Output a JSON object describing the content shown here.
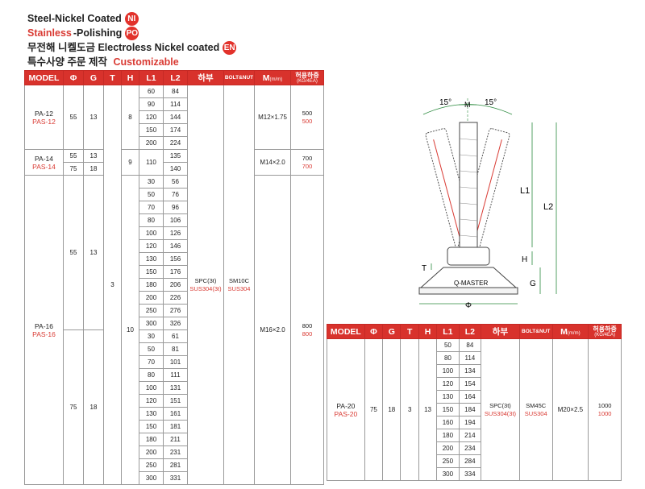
{
  "legend": {
    "ni_text": "Steel-Nickel Coated",
    "ni_badge": "NI",
    "po_red": "Stainless",
    "po_text": "-Polishing",
    "po_badge": "PO",
    "en_text": "무전해 니켈도금 Electroless Nickel coated",
    "en_badge": "EN",
    "custom_kr": "특수사양 주문 제작",
    "custom_en": "Customizable"
  },
  "headers": {
    "model": "MODEL",
    "phi": "Φ",
    "g": "G",
    "t": "T",
    "h": "H",
    "l1": "L1",
    "l2": "L2",
    "base": "하부",
    "bolt": "BOLT&NUT",
    "m": "M",
    "m_unit": "(m/m)",
    "load": "허용하중",
    "load_unit": "(KG/4EA)"
  },
  "table1": {
    "pa12": {
      "model": "PA-12",
      "model_s": "PAS-12",
      "phi": "55",
      "g": "13",
      "h": "8",
      "m": "M12×1.75",
      "load": "500",
      "load_s": "500",
      "rows": [
        [
          "60",
          "84"
        ],
        [
          "90",
          "114"
        ],
        [
          "120",
          "144"
        ],
        [
          "150",
          "174"
        ],
        [
          "200",
          "224"
        ]
      ]
    },
    "pa14": {
      "model": "PA-14",
      "model_s": "PAS-14",
      "phi1": "55",
      "g1": "13",
      "phi2": "75",
      "g2": "18",
      "h": "9",
      "l1": "110",
      "l2a": "135",
      "l2b": "140",
      "m": "M14×2.0",
      "load": "700",
      "load_s": "700"
    },
    "pa16": {
      "model": "PA-16",
      "model_s": "PAS-16",
      "phi1": "55",
      "g1": "13",
      "phi2": "75",
      "g2": "18",
      "t": "3",
      "h": "10",
      "base": "SPC(3t)",
      "base_s": "SUS304(3t)",
      "bolt": "SM10C",
      "bolt_s": "SUS304",
      "m": "M16×2.0",
      "load": "800",
      "load_s": "800",
      "rows1": [
        [
          "30",
          "56"
        ],
        [
          "50",
          "76"
        ],
        [
          "70",
          "96"
        ],
        [
          "80",
          "106"
        ],
        [
          "100",
          "126"
        ],
        [
          "120",
          "146"
        ],
        [
          "130",
          "156"
        ],
        [
          "150",
          "176"
        ],
        [
          "180",
          "206"
        ],
        [
          "200",
          "226"
        ],
        [
          "250",
          "276"
        ],
        [
          "300",
          "326"
        ]
      ],
      "rows2": [
        [
          "30",
          "61"
        ],
        [
          "50",
          "81"
        ],
        [
          "70",
          "101"
        ],
        [
          "80",
          "111"
        ],
        [
          "100",
          "131"
        ],
        [
          "120",
          "151"
        ],
        [
          "130",
          "161"
        ],
        [
          "150",
          "181"
        ],
        [
          "180",
          "211"
        ],
        [
          "200",
          "231"
        ],
        [
          "250",
          "281"
        ],
        [
          "300",
          "331"
        ]
      ]
    }
  },
  "table2": {
    "model": "PA-20",
    "model_s": "PAS-20",
    "phi": "75",
    "g": "18",
    "t": "3",
    "h": "13",
    "base": "SPC(3t)",
    "base_s": "SUS304(3t)",
    "bolt": "SM45C",
    "bolt_s": "SUS304",
    "m": "M20×2.5",
    "load": "1000",
    "load_s": "1000",
    "rows": [
      [
        "50",
        "84"
      ],
      [
        "80",
        "114"
      ],
      [
        "100",
        "134"
      ],
      [
        "120",
        "154"
      ],
      [
        "130",
        "164"
      ],
      [
        "150",
        "184"
      ],
      [
        "160",
        "194"
      ],
      [
        "180",
        "214"
      ],
      [
        "200",
        "234"
      ],
      [
        "250",
        "284"
      ],
      [
        "300",
        "334"
      ]
    ]
  },
  "drawing": {
    "angle_left": "15°",
    "angle_right": "15°",
    "m": "M",
    "l1": "L1",
    "l2": "L2",
    "h": "H",
    "t": "T",
    "g": "G",
    "phi": "Φ",
    "brand": "Q-MASTER"
  }
}
